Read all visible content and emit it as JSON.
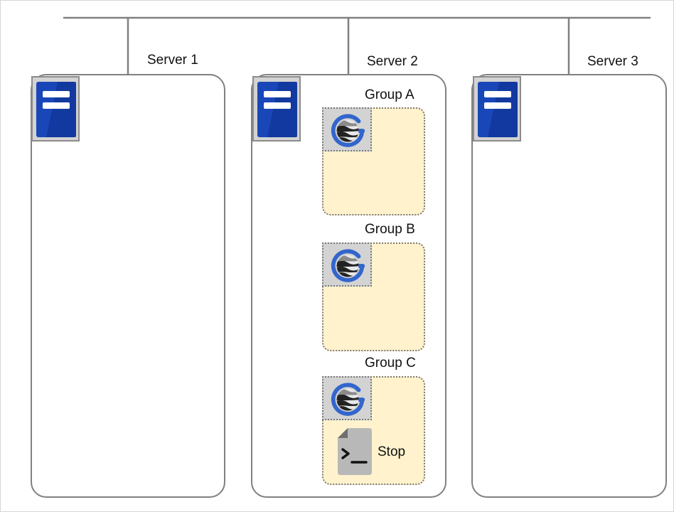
{
  "servers": [
    {
      "label": "Server 1"
    },
    {
      "label": "Server 2"
    },
    {
      "label": "Server 3"
    }
  ],
  "groups": [
    {
      "label": "Group A"
    },
    {
      "label": "Group B"
    },
    {
      "label": "Group C"
    }
  ],
  "script": {
    "label": "Stop"
  },
  "colors": {
    "line": "#808080",
    "server_blue": "#1a47b8",
    "group_fill": "#fff2cc",
    "icon_bg": "#d3d3d3",
    "logo_blue": "#3366cc"
  },
  "icons": {
    "server": "server-icon",
    "group": "group-logo-icon",
    "script": "script-file-icon"
  }
}
